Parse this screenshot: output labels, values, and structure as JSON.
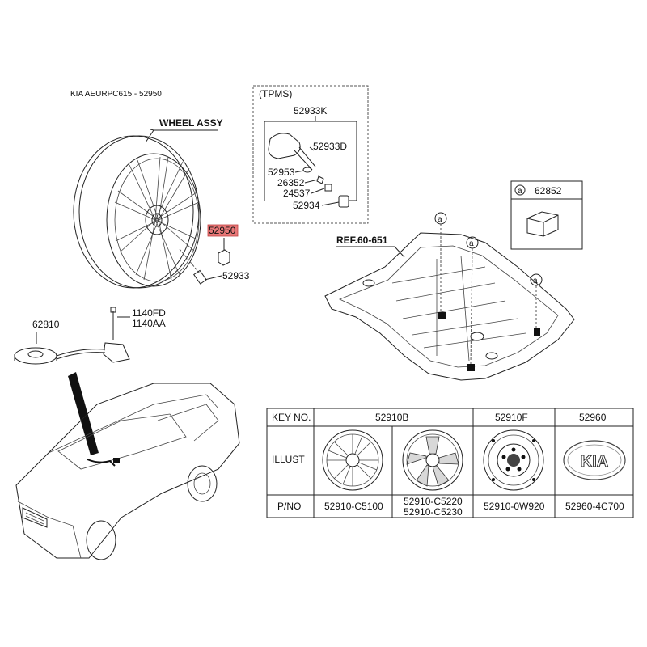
{
  "header": {
    "title": "KIA AEURPC615 - 52950"
  },
  "colors": {
    "highlight": "#e87878",
    "line": "#222222",
    "background": "#ffffff"
  },
  "callouts": {
    "wheel_assy": "WHEEL ASSY",
    "tpms": "(TPMS)",
    "p52933K": "52933K",
    "p52933D": "52933D",
    "p52953": "52953",
    "p26352": "26352",
    "p24537": "24537",
    "p52934": "52934",
    "p52950": "52950",
    "p52933": "52933",
    "p62810": "62810",
    "p1140FD": "1140FD",
    "p1140AA": "1140AA",
    "ref": "REF.60-651",
    "marker_a": "a",
    "p62852": "62852"
  },
  "table": {
    "row_labels": {
      "key": "KEY NO.",
      "illust": "ILLUST",
      "pno": "P/NO"
    },
    "col_a_key": "52910B",
    "col_a_pno_1": "52910-C5100",
    "col_a_pno_2a": "52910-C5220",
    "col_a_pno_2b": "52910-C5230",
    "col_b_key": "52910F",
    "col_b_pno": "52910-0W920",
    "col_c_key": "52960",
    "col_c_pno": "52960-4C700",
    "emblem_text": "KIA",
    "icons": [
      "alloy-wheel-10-spoke-icon",
      "alloy-wheel-5-spoke-icon",
      "steel-spare-wheel-icon",
      "kia-emblem-icon"
    ]
  }
}
